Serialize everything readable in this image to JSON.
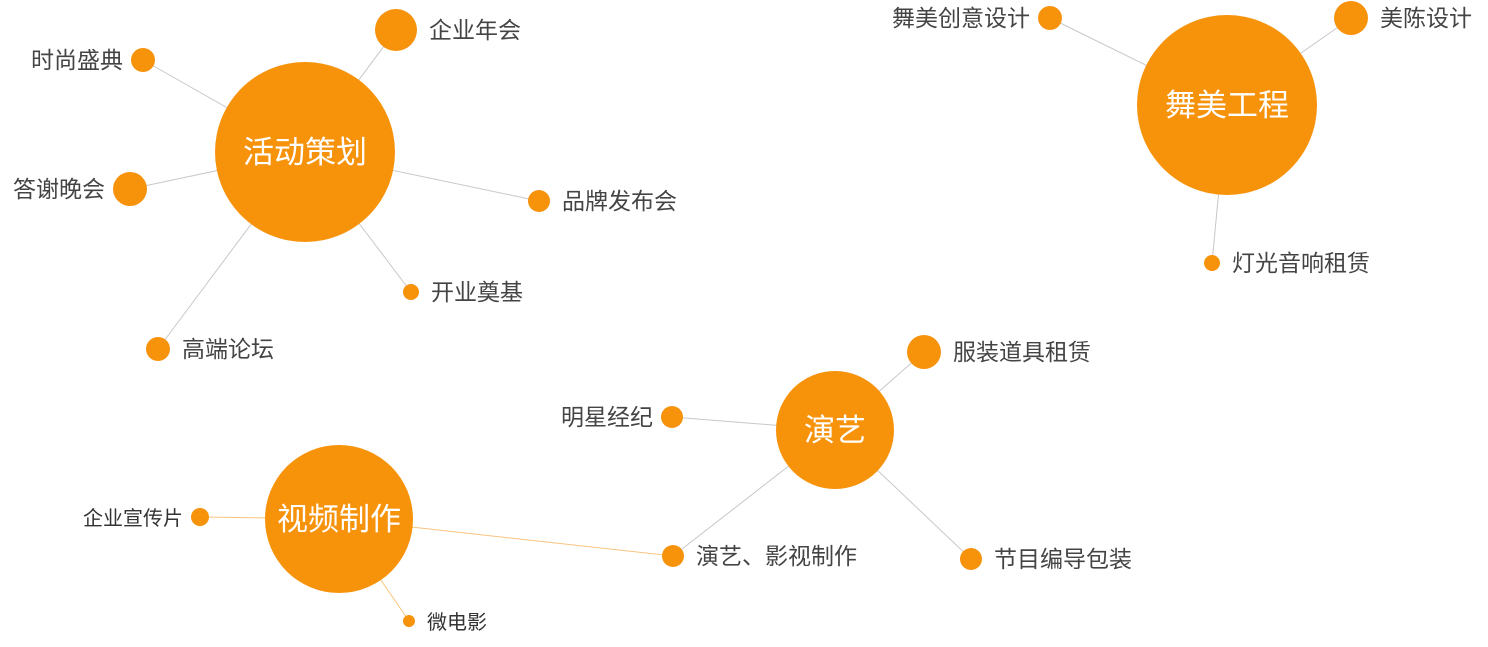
{
  "colors": {
    "node": "#F7920B",
    "edge": "#C8C8C8",
    "edge_highlight": "#F9C47E",
    "label": "#444444",
    "hub_label": "#FFFFFF"
  },
  "groups": [
    {
      "hub": "活动策划",
      "leaves": [
        "企业年会",
        "时尚盛典",
        "答谢晚会",
        "品牌发布会",
        "开业奠基",
        "高端论坛"
      ]
    },
    {
      "hub": "舞美工程",
      "leaves": [
        "舞美创意设计",
        "美陈设计",
        "灯光音响租赁"
      ]
    },
    {
      "hub": "演艺",
      "leaves": [
        "服装道具租赁",
        "明星经纪",
        "演艺、影视制作",
        "节目编导包装"
      ]
    },
    {
      "hub": "视频制作",
      "leaves": [
        "企业宣传片",
        "微电影"
      ]
    }
  ],
  "cross_links": [
    {
      "from": "视频制作",
      "to": "演艺、影视制作"
    }
  ]
}
